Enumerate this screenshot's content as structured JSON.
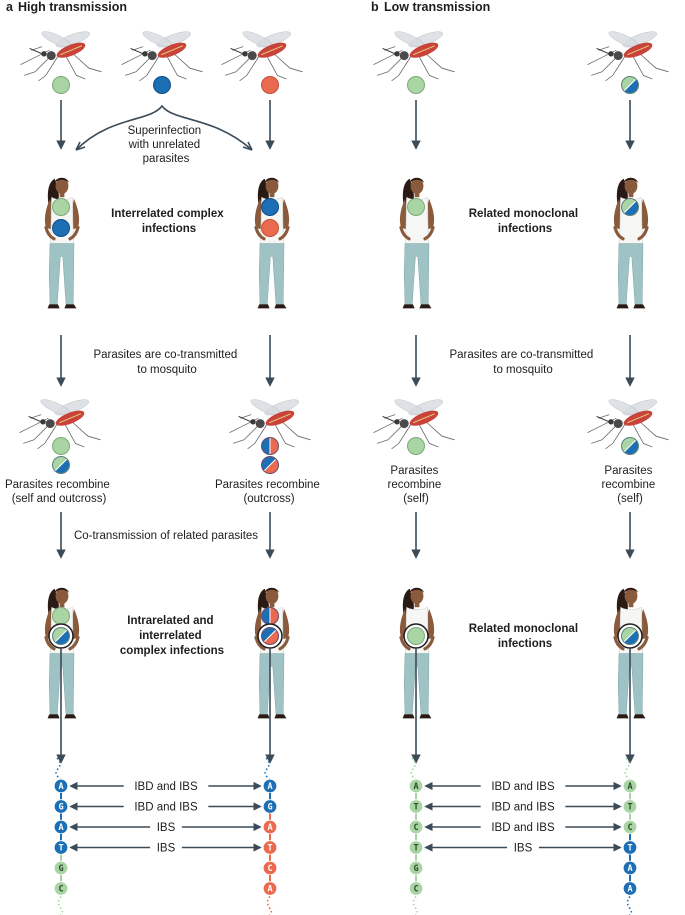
{
  "panel_a": {
    "letter": "a",
    "title": "High transmission",
    "superinfection": [
      "Superinfection",
      "with unrelated",
      "parasites"
    ],
    "infection1": [
      "Interrelated complex",
      "infections"
    ],
    "cotransmit": [
      "Parasites are co-transmitted",
      "to mosquito"
    ],
    "recombine_left": [
      "Parasites recombine",
      "(self and outcross)"
    ],
    "recombine_right": [
      "Parasites recombine",
      "(outcross)"
    ],
    "cotransmission_related": "Co-transmission of related parasites",
    "infection2": [
      "Intrarelated and",
      "interrelated",
      "complex infections"
    ],
    "seq_left": [
      "A",
      "G",
      "A",
      "T",
      "G",
      "C"
    ],
    "seq_right": [
      "A",
      "G",
      "A",
      "T",
      "C",
      "A"
    ],
    "comparisons": [
      "IBD and IBS",
      "IBD and IBS",
      "IBS",
      "IBS"
    ]
  },
  "panel_b": {
    "letter": "b",
    "title": "Low transmission",
    "infection1": [
      "Related monoclonal",
      "infections"
    ],
    "cotransmit": [
      "Parasites are co-transmitted",
      "to mosquito"
    ],
    "recombine_left": [
      "Parasites",
      "recombine",
      "(self)"
    ],
    "recombine_right": [
      "Parasites",
      "recombine",
      "(self)"
    ],
    "infection2": [
      "Related monoclonal",
      "infections"
    ],
    "seq_left": [
      "A",
      "T",
      "C",
      "T",
      "G",
      "C"
    ],
    "seq_right": [
      "A",
      "T",
      "C",
      "T",
      "A",
      "A"
    ],
    "comparisons": [
      "IBD and IBS",
      "IBD and IBS",
      "IBD and IBS",
      "IBS"
    ]
  },
  "colors": {
    "green": "#a9d5a4",
    "blue": "#1c6fb5",
    "red": "#ea6a4f",
    "arrow": "#3b4b58",
    "skin": "#8a5a3c",
    "hair": "#2a1a14",
    "shirt": "#f6f6f4",
    "jeans": "#9fc3c4"
  }
}
